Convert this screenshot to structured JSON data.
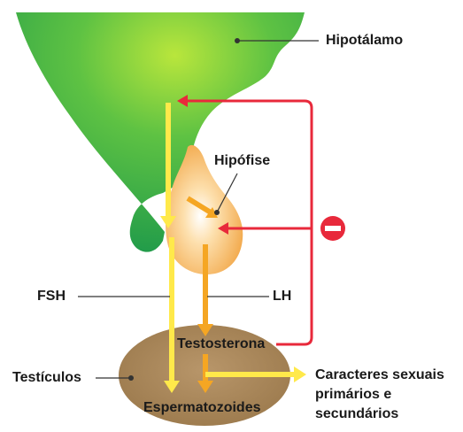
{
  "labels": {
    "hypothalamus": "Hipotálamo",
    "pituitary": "Hipófise",
    "fsh": "FSH",
    "lh": "LH",
    "testes": "Testículos",
    "testosterone": "Testosterona",
    "sperm": "Espermatozoides",
    "traits_line1": "Caracteres sexuais",
    "traits_line2": "primários e",
    "traits_line3": "secundários"
  },
  "colors": {
    "hypothalamus_green": "#3cb04a",
    "hypothalamus_light": "#a6dc3c",
    "pituitary_orange": "#f6b658",
    "testes_brown": "#a9875a",
    "arrow_yellow": "#ffe94a",
    "arrow_orange": "#f5a623",
    "feedback_red": "#e8293b",
    "leader_line": "#333333"
  },
  "icons": {
    "inhibition": "minus-circle-icon"
  }
}
